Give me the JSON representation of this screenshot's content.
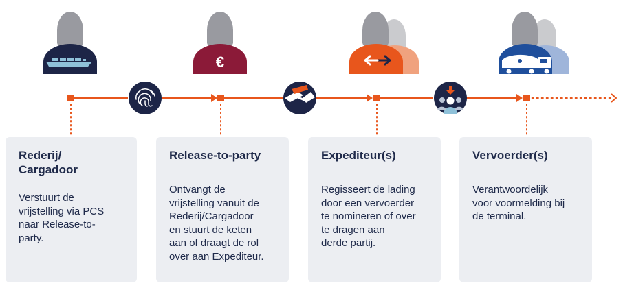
{
  "colors": {
    "accent": "#e8561c",
    "navy": "#1d2547",
    "card_bg": "#eceef2",
    "text": "#1f2a4a",
    "person_grey": "#999aa0",
    "person_light": "#cacbce",
    "maroon": "#8b1a38",
    "peach": "#f0a27e",
    "ship_blue": "#1f4f9c",
    "truck_light": "#9fb5da"
  },
  "stages": [
    {
      "title": "Rederij/\nCargadoor",
      "description": "Verstuurt de\nvrijstelling via PCS\nnaar Release-to-\nparty.",
      "icon": "ship-person-icon"
    },
    {
      "title": "Release-to-party",
      "description": "Ontvangt de\nvrijstelling vanuit de\nRederij/Cargadoor\nen stuurt de keten\naan of draagt de rol\nover aan Expediteur.",
      "icon": "euro-person-icon",
      "badge": "€"
    },
    {
      "title": "Expediteur(s)",
      "description": "Regisseert de lading\ndoor een vervoerder\nte nomineren of over\nte dragen aan\nderde partij.",
      "icon": "arrows-people-icon"
    },
    {
      "title": "Vervoerder(s)",
      "description": "Verantwoordelijk\nvoor voormelding bij\nde terminal.",
      "icon": "truck-people-icon"
    }
  ],
  "step_icons": [
    "fingerprint-icon",
    "handshake-icon",
    "nominate-person-icon"
  ]
}
